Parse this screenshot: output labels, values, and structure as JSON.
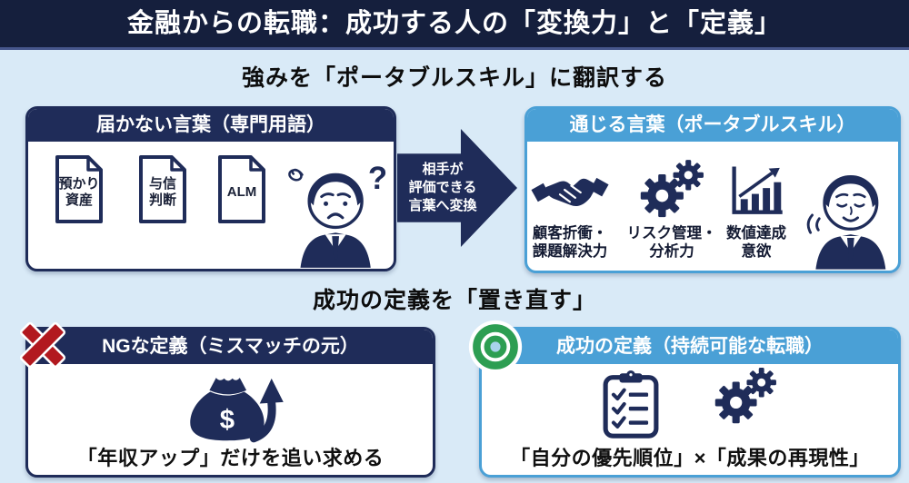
{
  "colors": {
    "background": "#d9eaf7",
    "title_bar": "#151f3d",
    "navy": "#1f2c59",
    "sky_blue": "#4aa0d6",
    "ng_red": "#b2191f",
    "success_green": "#2d9e52"
  },
  "header": {
    "title": "金融からの転職：成功する人の「変換力」と「定義」"
  },
  "translate_section": {
    "title": "強みを「ポータブルスキル」に翻訳する",
    "jargon_box": {
      "header": "届かない言葉（専門用語）",
      "documents": [
        "預かり\n資産",
        "与信\n判断",
        "ALM"
      ],
      "question_mark": "?",
      "person": "confused-businessman"
    },
    "arrow_label": "相手が\n評価できる\n言葉へ変換",
    "portable_box": {
      "header": "通じる言葉（ポータブルスキル）",
      "skills": [
        {
          "icon": "handshake-icon",
          "label": "顧客折衝・\n課題解決力"
        },
        {
          "icon": "gears-icon",
          "label": "リスク管理・\n分析力"
        },
        {
          "icon": "bar-chart-icon",
          "label": "数値達成\n意欲"
        }
      ],
      "person": "confident-businessman"
    }
  },
  "redefine_section": {
    "title": "成功の定義を「置き直す」",
    "ng_box": {
      "mark": "x-mark",
      "header": "NGな定義（ミスマッチの元）",
      "money_symbol": "$",
      "caption": "「年収アップ」だけを追い求める"
    },
    "success_box": {
      "mark": "double-circle-mark",
      "header": "成功の定義（持続可能な転職）",
      "caption": "「自分の優先順位」×「成果の再現性」"
    }
  }
}
